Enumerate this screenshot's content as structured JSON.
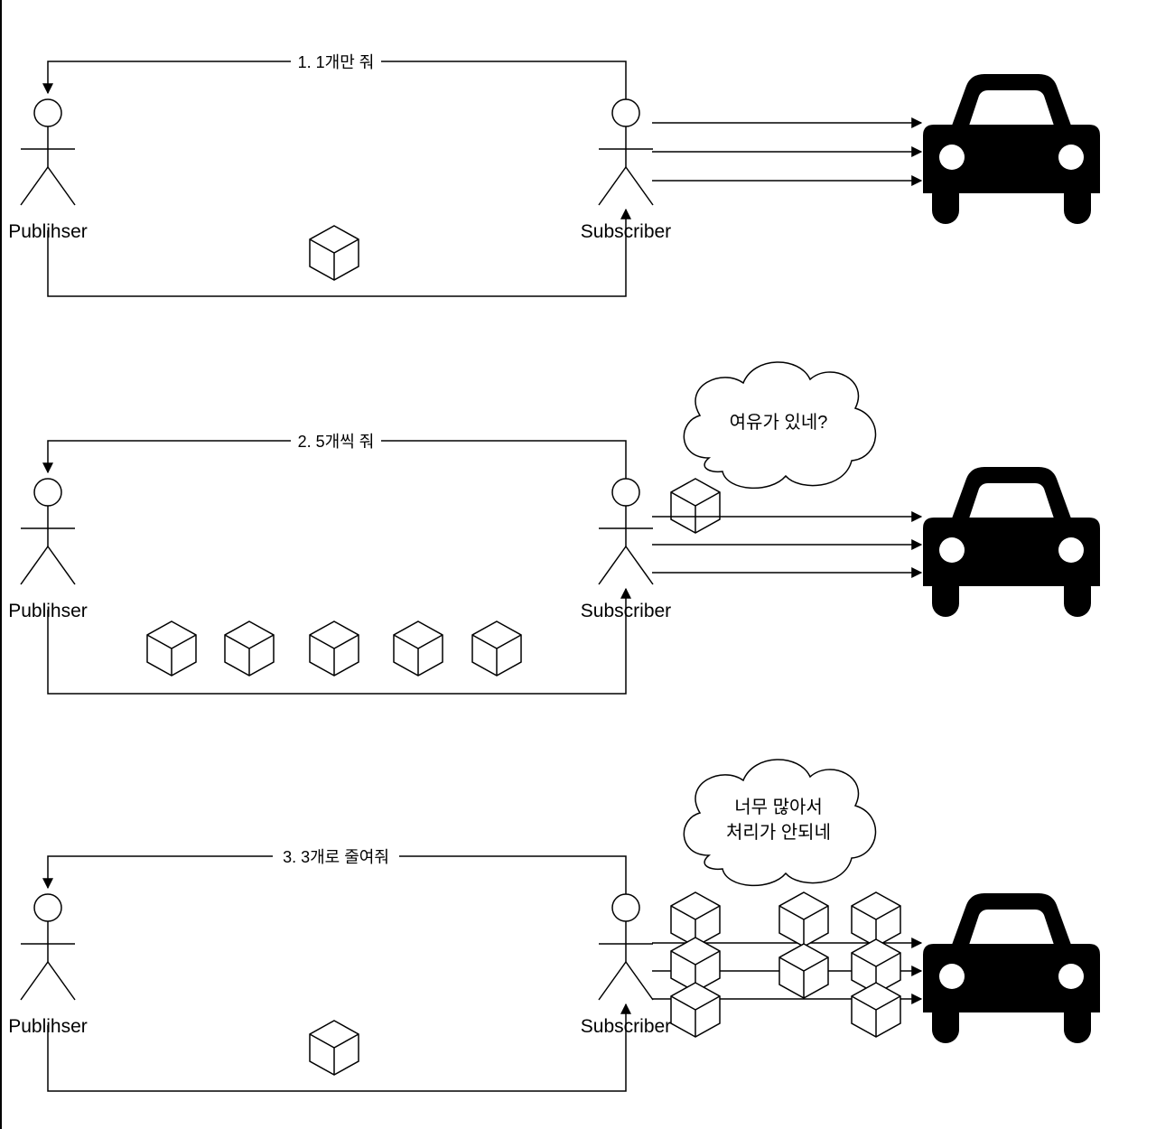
{
  "colors": {
    "stroke": "#000000",
    "fill": "#ffffff",
    "car": "#000000"
  },
  "panels": [
    {
      "request_label": "1. 1개만 줘",
      "publisher_label": "Publihser",
      "subscriber_label": "Subscriber",
      "thought": [],
      "bottom_cube_count": 1,
      "flow_cube_count": 0
    },
    {
      "request_label": "2. 5개씩 줘",
      "publisher_label": "Publihser",
      "subscriber_label": "Subscriber",
      "thought": [
        "여유가 있네?"
      ],
      "bottom_cube_count": 5,
      "flow_cube_count": 1
    },
    {
      "request_label": "3. 3개로 줄여줘",
      "publisher_label": "Publihser",
      "subscriber_label": "Subscriber",
      "thought": [
        "너무 많아서",
        "처리가 안되네"
      ],
      "bottom_cube_count": 1,
      "flow_cube_count": 8
    }
  ],
  "icons": {
    "actor": "stick-figure-icon",
    "cube": "cube-icon",
    "car": "car-icon",
    "cloud": "thought-cloud-icon"
  }
}
